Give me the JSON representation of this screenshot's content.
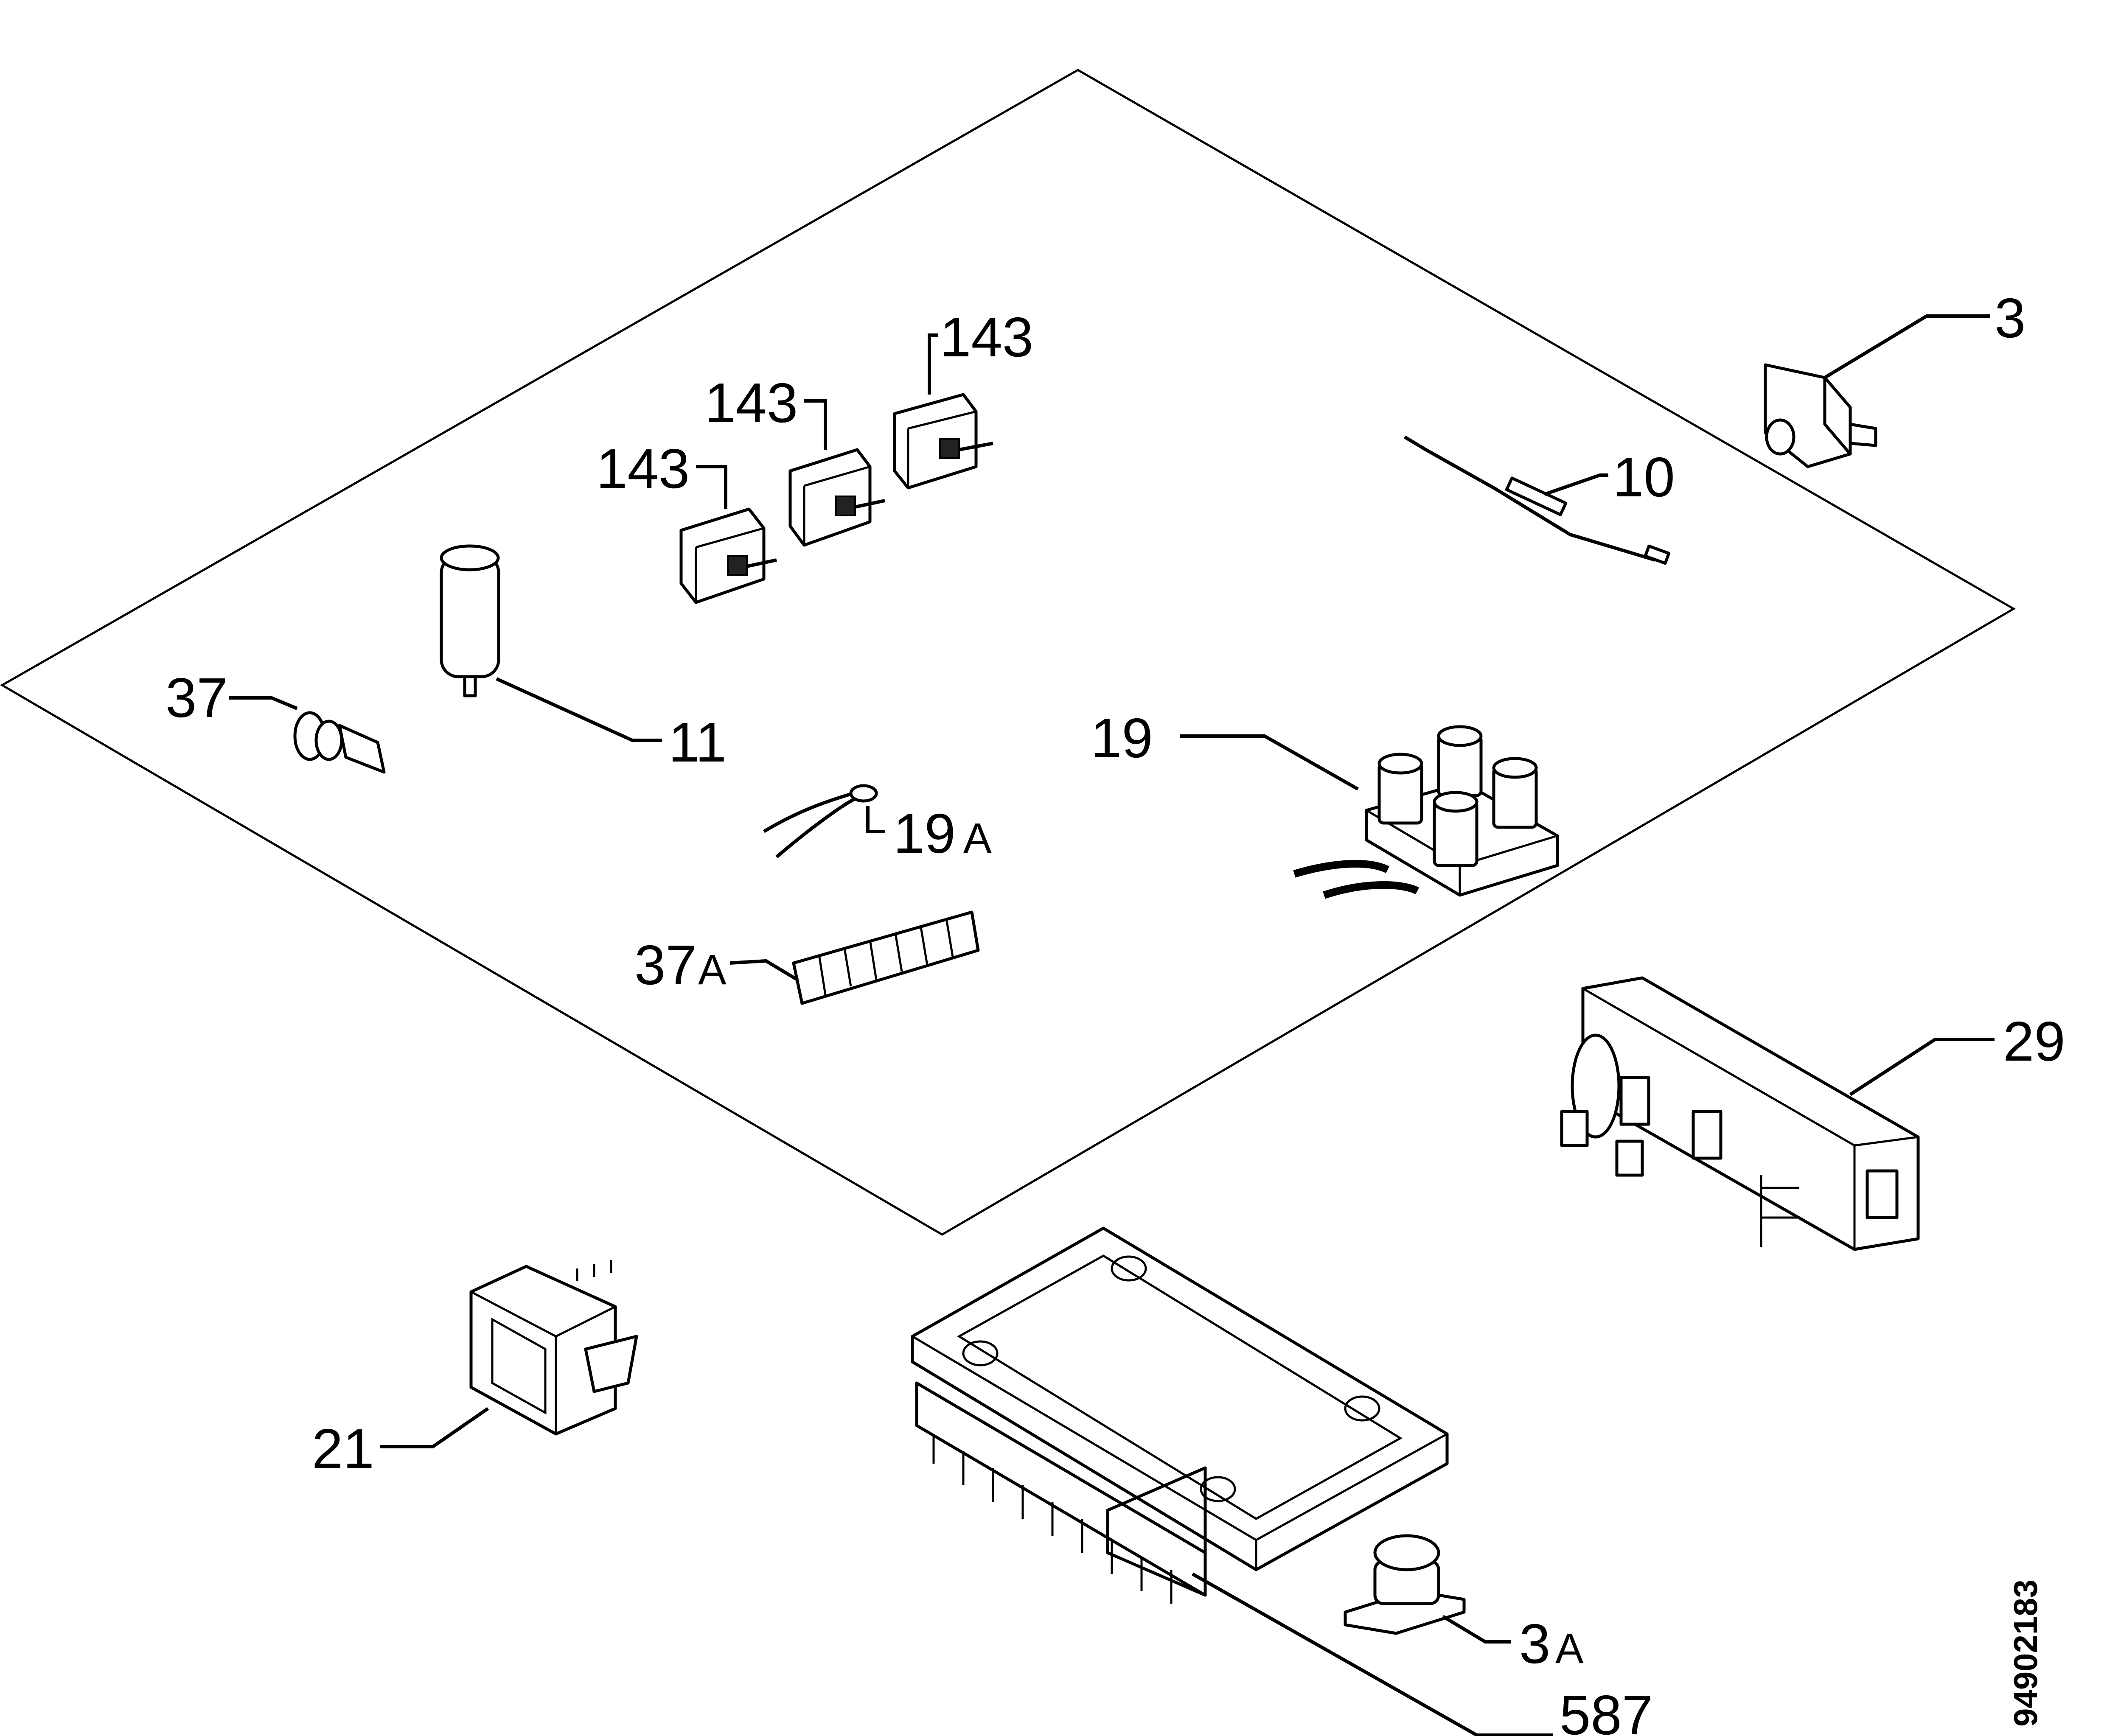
{
  "doc_number": "94902183",
  "callouts": [
    {
      "id": "p3",
      "label": "3",
      "suffix": ""
    },
    {
      "id": "p10",
      "label": "10",
      "suffix": ""
    },
    {
      "id": "p143a",
      "label": "143",
      "suffix": ""
    },
    {
      "id": "p143b",
      "label": "143",
      "suffix": ""
    },
    {
      "id": "p143c",
      "label": "143",
      "suffix": ""
    },
    {
      "id": "p37",
      "label": "37",
      "suffix": ""
    },
    {
      "id": "p11",
      "label": "11",
      "suffix": ""
    },
    {
      "id": "p19",
      "label": "19",
      "suffix": ""
    },
    {
      "id": "p19a",
      "label": "19",
      "suffix": "A"
    },
    {
      "id": "p37a",
      "label": "37",
      "suffix": "A"
    },
    {
      "id": "p29",
      "label": "29",
      "suffix": ""
    },
    {
      "id": "p21",
      "label": "21",
      "suffix": ""
    },
    {
      "id": "p3a",
      "label": "3",
      "suffix": "A"
    },
    {
      "id": "p587",
      "label": "587",
      "suffix": ""
    }
  ],
  "icons": {
    "thermostat": "thermostat-switch-icon",
    "wire": "fuse-wire-icon",
    "switch": "rotary-switch-icon",
    "capacitor": "capacitor-icon",
    "lamp_holder": "lamp-holder-icon",
    "terminal_block": "terminal-block-icon",
    "sensor": "temperature-sensor-icon",
    "connector_strip": "connector-strip-icon",
    "ignition_module": "ignition-generator-icon",
    "transformer": "transformer-icon",
    "circuit_board": "circuit-board-icon",
    "safety_thermostat": "safety-thermostat-icon"
  }
}
